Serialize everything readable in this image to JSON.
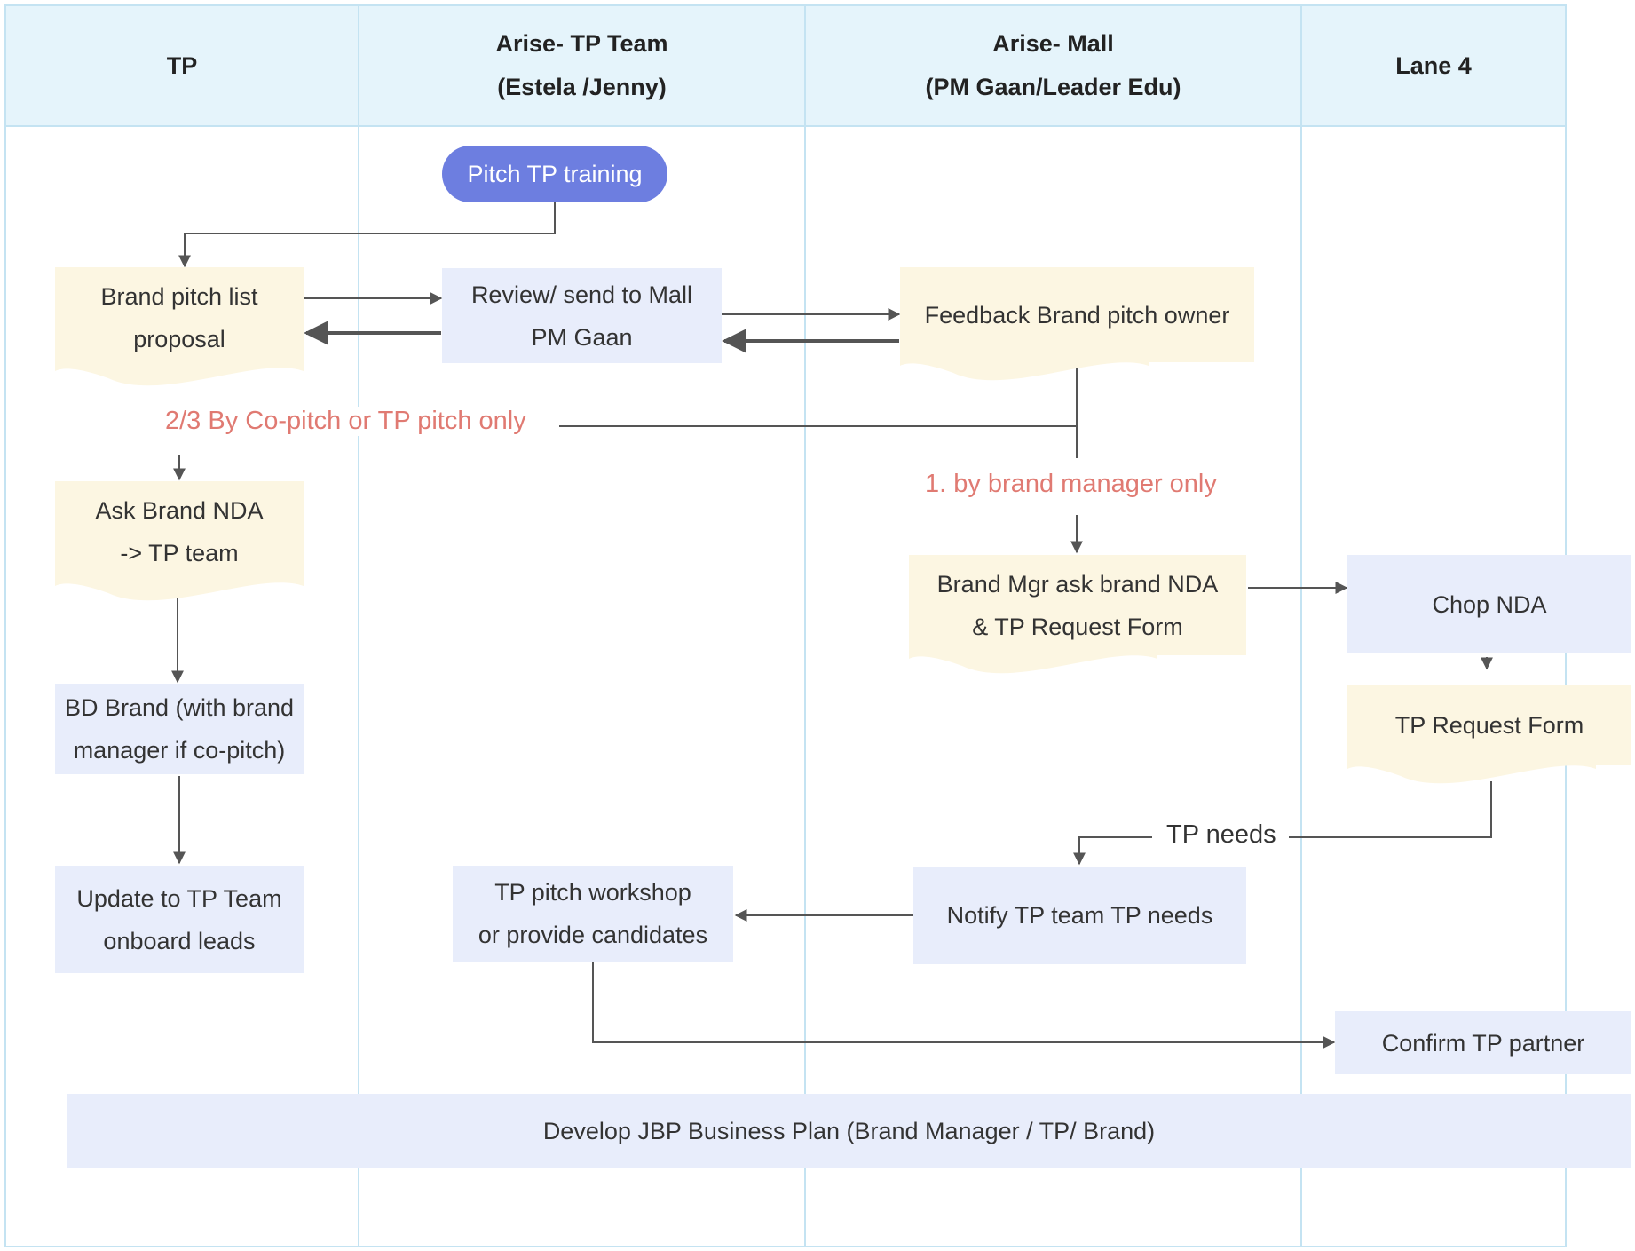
{
  "lanes": [
    {
      "title": "TP"
    },
    {
      "title": "Arise- TP Team\n(Estela /Jenny)"
    },
    {
      "title": "Arise- Mall\n(PM Gaan/Leader Edu)"
    },
    {
      "title": "Lane 4"
    }
  ],
  "nodes": {
    "pitch_training": "Pitch TP training",
    "brand_pitch_list": "Brand pitch list\nproposal",
    "review_send": "Review/ send to Mall\nPM Gaan",
    "feedback": "Feedback Brand pitch owner",
    "ask_nda": "Ask Brand NDA\n-> TP team",
    "brand_mgr_nda": "Brand Mgr ask brand NDA\n& TP Request Form",
    "chop_nda": "Chop NDA",
    "tp_request_form": "TP Request Form",
    "bd_brand": "BD Brand (with brand\nmanager if co-pitch)",
    "update_tp": "Update to TP Team\nonboard leads",
    "tp_workshop": "TP pitch workshop\nor provide candidates",
    "notify_tp": "Notify TP team TP needs",
    "confirm_partner": "Confirm TP partner",
    "develop_jbp": "Develop JBP Business Plan (Brand Manager / TP/ Brand)"
  },
  "labels": {
    "co_pitch": "2/3 By Co-pitch or TP pitch only",
    "brand_manager_only": "1. by brand manager only",
    "tp_needs": "TP needs"
  },
  "colors": {
    "lane_border": "#c4e3f2",
    "lane_header": "#e5f4fb",
    "process_fill": "#e8edfb",
    "document_fill": "#fcf6e2",
    "terminal_fill": "#6d7ee0",
    "branch_label": "#e07a72",
    "connector": "#555555"
  }
}
